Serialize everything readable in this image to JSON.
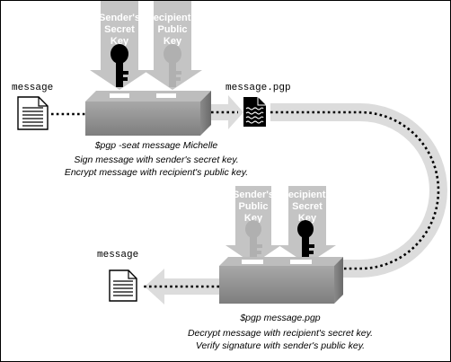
{
  "top": {
    "key_labels": [
      [
        "Sender's",
        "Secret",
        "Key"
      ],
      [
        "Recipient's",
        "Public",
        "Key"
      ]
    ],
    "input_label": "message",
    "output_label": "message.pgp",
    "command": "$pgp -seat message Michelle",
    "captions": [
      "Sign message with sender's secret key.",
      "Encrypt message with recipient's public key."
    ]
  },
  "bottom": {
    "key_labels": [
      [
        "Sender's",
        "Public",
        "Key"
      ],
      [
        "Recipient's",
        "Secret",
        "Key"
      ]
    ],
    "output_label": "message",
    "command": "$pgp message.pgp",
    "captions": [
      "Decrypt message with recipient's secret key.",
      "Verify signature with sender's public key."
    ]
  },
  "colors": {
    "label_arrow": "#c4c4c4",
    "flow_arrow": "#dcdcdc",
    "key_dark": "#000000",
    "key_light": "#bdbdbd",
    "box_front": "#9a9a9a",
    "box_top": "#b9b9b9"
  }
}
